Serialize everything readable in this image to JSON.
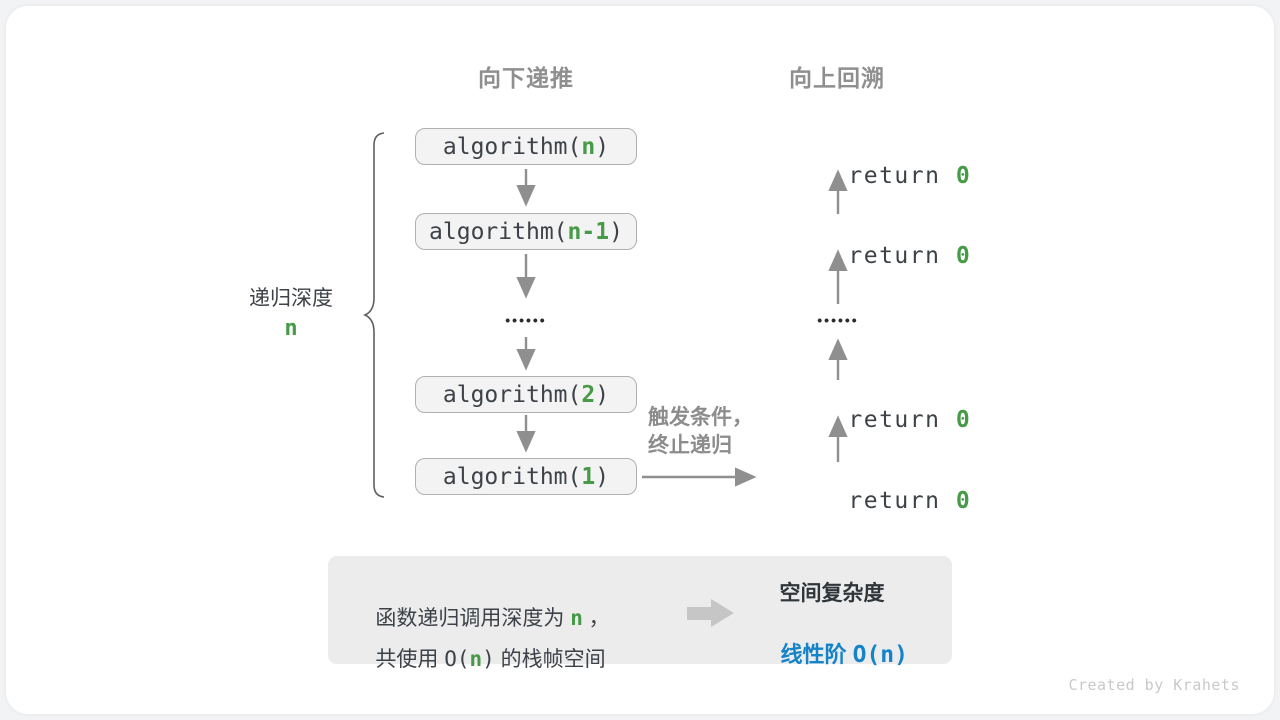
{
  "colors": {
    "green": "#479a47",
    "blue": "#1583c8",
    "gray_heading": "#8f8f8f",
    "dark_text": "#3d4248",
    "arrow_gray": "#8f8f8f",
    "box_bg": "#f3f3f3",
    "summary_bg": "#ececec"
  },
  "headers": {
    "recurse_down": "向下递推",
    "backtrack_up": "向上回溯"
  },
  "depth": {
    "label": "递归深度",
    "value": "n"
  },
  "stack": {
    "boxes": [
      {
        "prefix": "algorithm(",
        "arg": "n",
        "suffix": ")"
      },
      {
        "prefix": "algorithm(",
        "arg": "n-1",
        "suffix": ")"
      },
      {
        "prefix": "algorithm(",
        "arg": "2",
        "suffix": ")"
      },
      {
        "prefix": "algorithm(",
        "arg": "1",
        "suffix": ")"
      }
    ],
    "ellipsis": "••••••"
  },
  "returns": {
    "items": [
      {
        "keyword": "return ",
        "value": "0"
      },
      {
        "keyword": "return ",
        "value": "0"
      },
      {
        "keyword": "return ",
        "value": "0"
      },
      {
        "keyword": "return ",
        "value": "0"
      }
    ],
    "ellipsis": "••••••"
  },
  "trigger": {
    "line1": "触发条件，",
    "line2": "终止递归"
  },
  "summary": {
    "line1": {
      "pre": "函数递归调用深度为 ",
      "var": "n",
      "post": " ，"
    },
    "line2": {
      "pre": "共使用 ",
      "o_open": "O(",
      "var": "n",
      "o_close": ")",
      "post": " 的栈帧空间"
    },
    "result_title": "空间复杂度",
    "result": {
      "label": "线性阶 ",
      "complexity": "O(n)"
    }
  },
  "watermark": "Created by Krahets"
}
